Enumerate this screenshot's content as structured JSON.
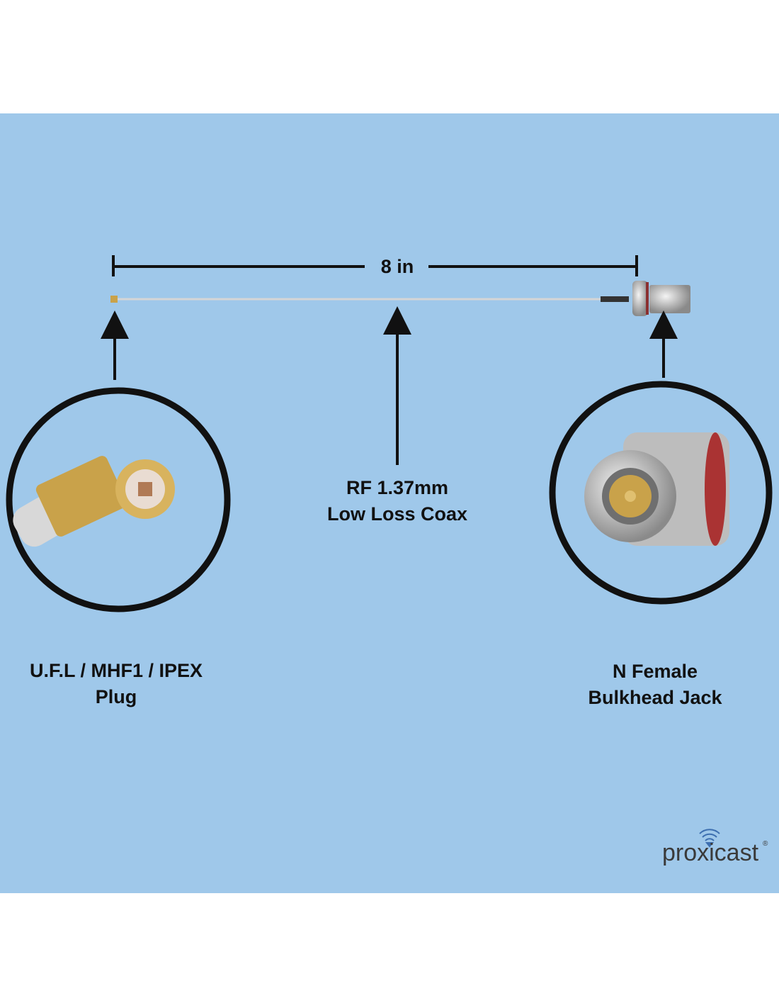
{
  "dimension": {
    "length_label": "8 in"
  },
  "cable": {
    "line1": "RF 1.37mm",
    "line2": "Low Loss Coax"
  },
  "left_connector": {
    "line1": "U.F.L / MHF1 / IPEX",
    "line2": "Plug"
  },
  "right_connector": {
    "line1": "N Female",
    "line2": "Bulkhead Jack"
  },
  "brand": {
    "name": "proxicast",
    "mark": "®"
  },
  "colors": {
    "background": "#9fc8ea",
    "ink": "#111111",
    "gold": "#c9a24a",
    "silver": "#c8c8c8"
  }
}
